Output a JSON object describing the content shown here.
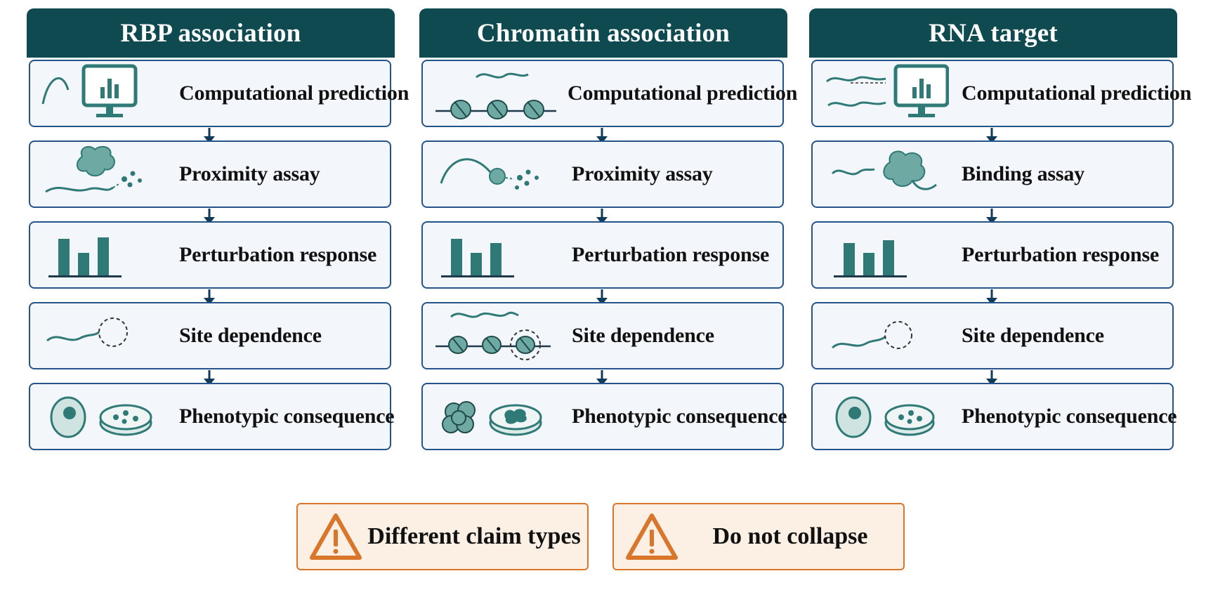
{
  "columns": [
    {
      "title": "RBP association",
      "steps": [
        {
          "label": "Computational prediction",
          "icon": "monitor-chart-icon"
        },
        {
          "label": "Proximity assay",
          "icon": "protein-rna-proximity-icon"
        },
        {
          "label": "Perturbation response",
          "icon": "bar-chart-icon"
        },
        {
          "label": "Site dependence",
          "icon": "rna-site-deletion-icon"
        },
        {
          "label": "Phenotypic consequence",
          "icon": "cell-dish-icon"
        }
      ]
    },
    {
      "title": "Chromatin association",
      "steps": [
        {
          "label": "Computational prediction",
          "icon": "rna-nucleosome-icon"
        },
        {
          "label": "Proximity assay",
          "icon": "rna-proximity-icon"
        },
        {
          "label": "Perturbation response",
          "icon": "bar-chart-icon"
        },
        {
          "label": "Site dependence",
          "icon": "nucleosome-site-deletion-icon"
        },
        {
          "label": "Phenotypic consequence",
          "icon": "cell-cluster-dish-icon"
        }
      ]
    },
    {
      "title": "RNA target",
      "steps": [
        {
          "label": "Computational prediction",
          "icon": "rna-duplex-monitor-icon"
        },
        {
          "label": "Binding assay",
          "icon": "rna-protein-binding-icon"
        },
        {
          "label": "Perturbation response",
          "icon": "bar-chart-icon"
        },
        {
          "label": "Site dependence",
          "icon": "rna-site-deletion-icon"
        },
        {
          "label": "Phenotypic consequence",
          "icon": "cell-dish-icon"
        }
      ]
    }
  ],
  "warnings": [
    {
      "label": "Different claim types",
      "icon": "warning-triangle-icon"
    },
    {
      "label": "Do not collapse",
      "icon": "warning-triangle-icon"
    }
  ],
  "colors": {
    "header": "#0f4a50",
    "icon_teal": "#2f7a77",
    "box_border": "#24548a",
    "box_fill": "#f3f6fa",
    "warning_border": "#d9762b",
    "warning_fill": "#fcf0e4"
  }
}
